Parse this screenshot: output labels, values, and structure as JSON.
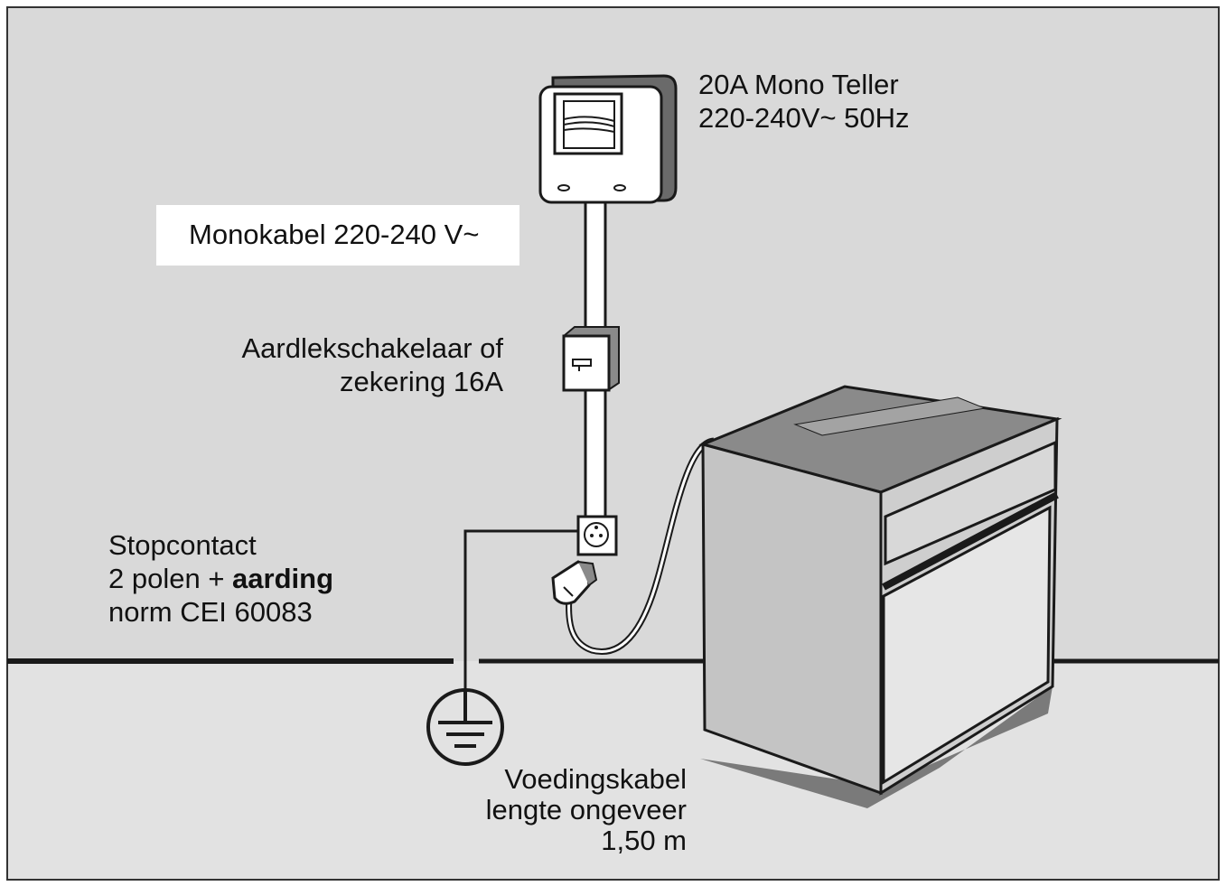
{
  "colors": {
    "wall": "#d9d9d9",
    "floor": "#e1e1e1",
    "outline": "#1a1a1a",
    "oven_front": "#cfcfcf",
    "oven_side": "#bdbdbd",
    "oven_top": "#8e8e8e",
    "shadow": "#7a7a7a",
    "white": "#ffffff"
  },
  "labels": {
    "meter": [
      "20A Mono Teller",
      "220-240V~ 50Hz"
    ],
    "monokabel": "Monokabel 220-240 V~",
    "breaker": [
      "Aardlekschakelaar of",
      "zekering 16A"
    ],
    "socket": {
      "line1": "Stopcontact",
      "line2_prefix": "2 polen + ",
      "line2_bold": "aarding",
      "line3": "norm CEI 60083"
    },
    "cable": [
      "Voedingskabel",
      "lengte ongeveer",
      "1,50 m"
    ]
  },
  "icons": [
    "electric-meter-icon",
    "circuit-breaker-icon",
    "wall-socket-icon",
    "plug-icon",
    "ground-symbol-icon",
    "oven-icon"
  ]
}
